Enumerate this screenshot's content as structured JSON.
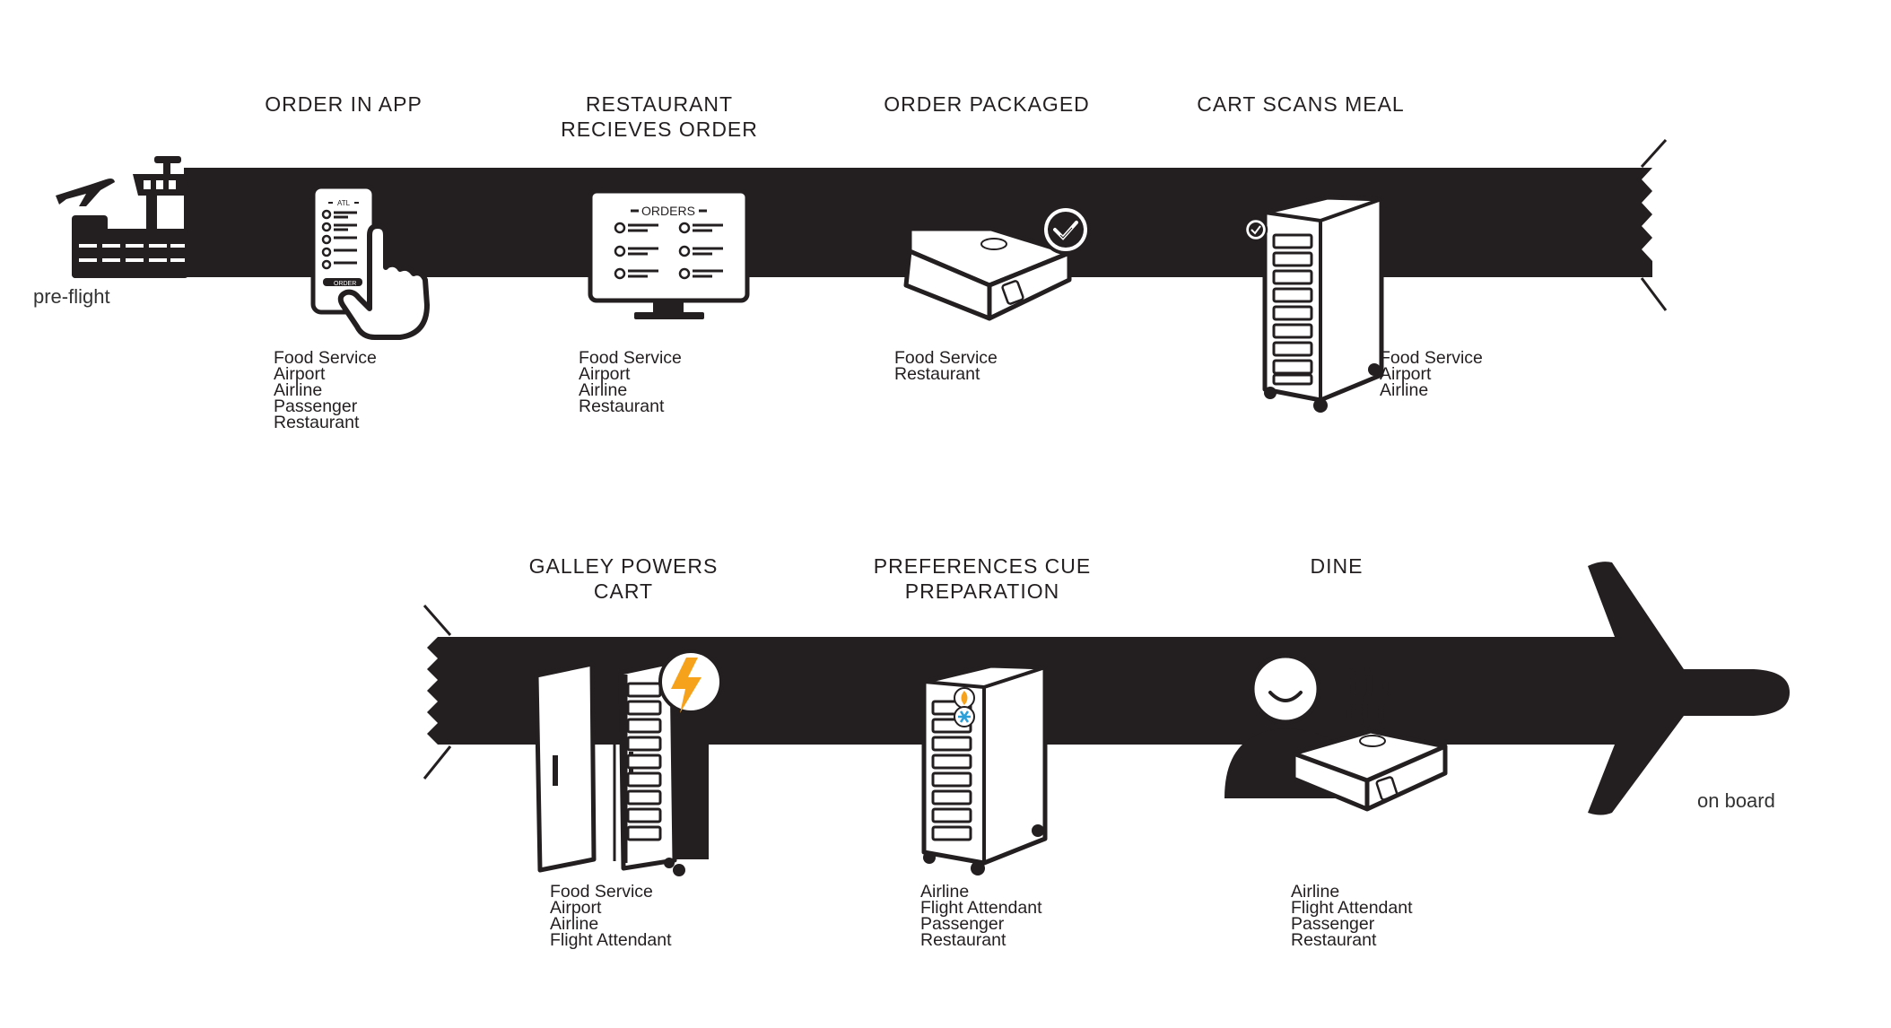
{
  "endpoints": {
    "start": "pre-flight",
    "end": "on board"
  },
  "colors": {
    "band": "#231f20",
    "accent": "#f7a21b",
    "accent_snow": "#2a9fd8",
    "text": "#231f20"
  },
  "steps": [
    {
      "title": "ORDER IN APP",
      "icon": "phone-app-icon",
      "app_code": "ATL",
      "app_button": "ORDER",
      "stakeholders": [
        "Food Service",
        "Airport",
        "Airline",
        "Passenger",
        "Restaurant"
      ]
    },
    {
      "title": "RESTAURANT\nRECIEVES ORDER",
      "icon": "monitor-orders-icon",
      "screen_label": "ORDERS",
      "stakeholders": [
        "Food Service",
        "Airport",
        "Airline",
        "Restaurant"
      ]
    },
    {
      "title": "ORDER PACKAGED",
      "icon": "packaged-box-icon",
      "stakeholders": [
        "Food Service",
        "Restaurant"
      ]
    },
    {
      "title": "CART SCANS MEAL",
      "icon": "meal-cart-icon",
      "stakeholders": [
        "Food Service",
        "Airport",
        "Airline"
      ]
    },
    {
      "title": "GALLEY POWERS\nCART",
      "icon": "galley-cart-power-icon",
      "stakeholders": [
        "Food Service",
        "Airport",
        "Airline",
        "Flight Attendant"
      ]
    },
    {
      "title": "PREFERENCES CUE\nPREPARATION",
      "icon": "cart-preferences-icon",
      "stakeholders": [
        "Airline",
        "Flight Attendant",
        "Passenger",
        "Restaurant"
      ]
    },
    {
      "title": "DINE",
      "icon": "passenger-dining-icon",
      "stakeholders": [
        "Airline",
        "Flight Attendant",
        "Passenger",
        "Restaurant"
      ]
    }
  ]
}
